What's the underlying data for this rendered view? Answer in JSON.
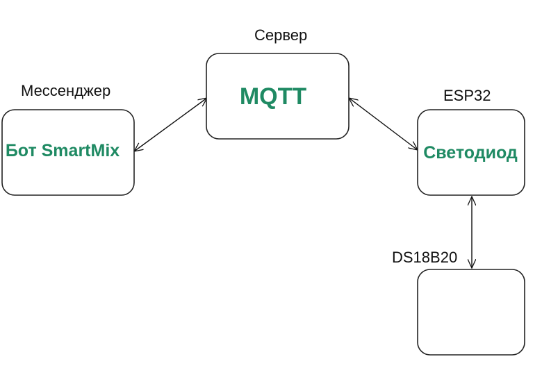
{
  "colors": {
    "accent_text": "#1f8a63",
    "outline": "#222222",
    "caption": "#111111"
  },
  "nodes": {
    "messenger": {
      "caption": "Мессенджер",
      "label": "Бот SmartMix"
    },
    "server": {
      "caption": "Сервер",
      "label": "MQTT"
    },
    "esp32": {
      "caption": "ESP32",
      "label": "Светодиод"
    },
    "sensor": {
      "caption": "DS18B20",
      "label": ""
    }
  },
  "edges": [
    {
      "from": "messenger",
      "to": "server",
      "direction": "bidirectional"
    },
    {
      "from": "server",
      "to": "esp32",
      "direction": "bidirectional"
    },
    {
      "from": "esp32",
      "to": "sensor",
      "direction": "bidirectional"
    }
  ]
}
